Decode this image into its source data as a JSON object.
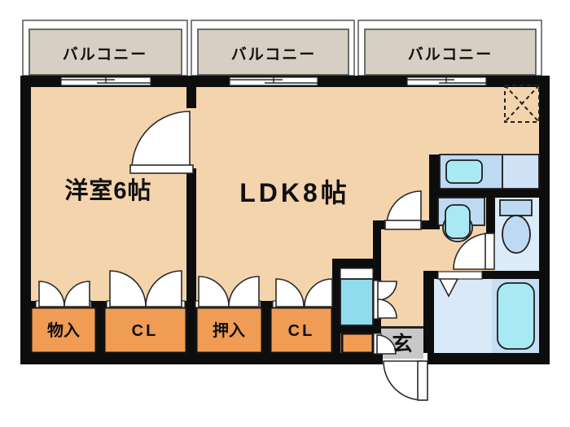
{
  "plan": {
    "type": "apartment-floor-plan",
    "balconies": [
      {
        "label": "バルコニー"
      },
      {
        "label": "バルコニー"
      },
      {
        "label": "バルコニー"
      }
    ],
    "rooms": {
      "western_room": {
        "label": "洋室6帖"
      },
      "ldk": {
        "label": "LDK8帖"
      },
      "entrance": {
        "label": "玄"
      }
    },
    "closets": {
      "storage": {
        "label": "物入"
      },
      "closet_a": {
        "label": "CL"
      },
      "oshiire": {
        "label": "押入"
      },
      "closet_b": {
        "label": "CL"
      }
    },
    "fixtures": {
      "kitchen_sink": "kitchen-counter-sink",
      "washbasin": "washbasin",
      "toilet": "toilet",
      "bathtub": "bathtub",
      "washing_machine_pan": "washing-machine-pan",
      "refrigerator_space": "refrigerator-space-dashed-box",
      "front_door": "entrance-swing-door",
      "bath_door": "folding-door"
    },
    "colors": {
      "floor": "#f3d4ad",
      "closet": "#f09c55",
      "balcony": "#d7cfc3",
      "entrance_floor": "#c8c8c8",
      "wall": "#0d0d0d",
      "counter_blue": "#bed9f2",
      "sink_cyan": "#a9e9f4",
      "toilet_floor": "#dcebf8",
      "bath_floor": "#d9e9f7",
      "tub_zone": "#c6def3",
      "pan_cyan": "#8edcec"
    }
  }
}
